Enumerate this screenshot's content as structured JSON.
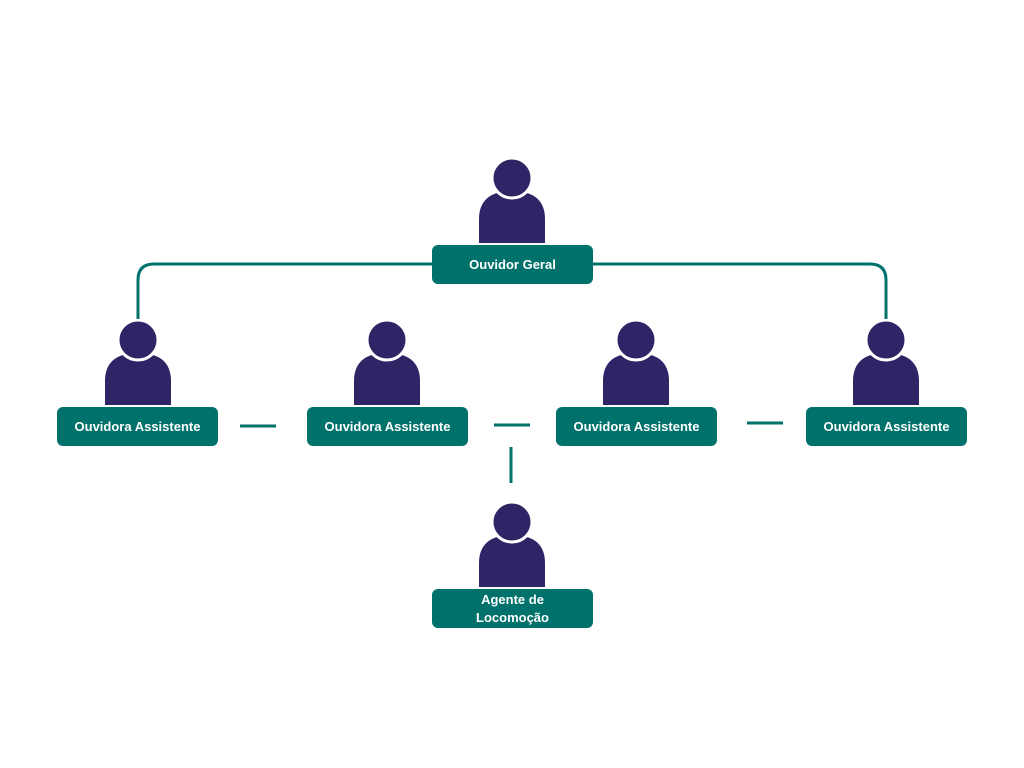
{
  "colors": {
    "teal": "#00716b",
    "person": "#2e2566"
  },
  "nodes": {
    "top": {
      "label": "Ouvidor Geral"
    },
    "assistants": [
      {
        "label": "Ouvidora Assistente"
      },
      {
        "label": "Ouvidora Assistente"
      },
      {
        "label": "Ouvidora Assistente"
      },
      {
        "label": "Ouvidora Assistente"
      }
    ],
    "agent": {
      "label_line1": "Agente de",
      "label_line2": "Locomoção"
    }
  }
}
